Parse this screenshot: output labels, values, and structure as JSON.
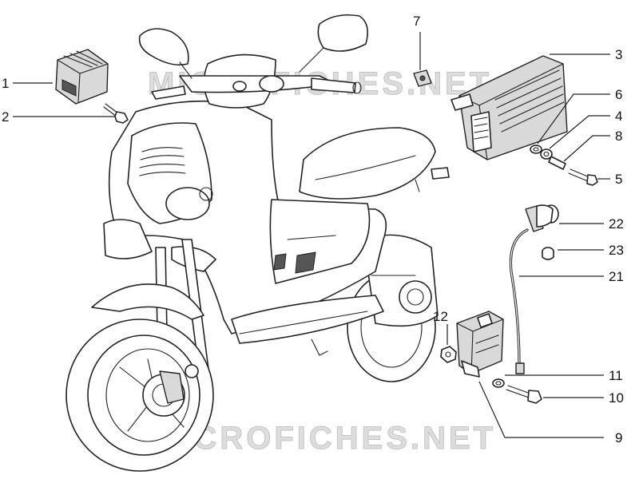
{
  "watermark": {
    "text_top": "MICROFICHES.NET",
    "text_bottom": "MICROFICHES.NET"
  },
  "callouts": [
    {
      "id": "1",
      "label": "1"
    },
    {
      "id": "2",
      "label": "2"
    },
    {
      "id": "3",
      "label": "3"
    },
    {
      "id": "4",
      "label": "4"
    },
    {
      "id": "5",
      "label": "5"
    },
    {
      "id": "6",
      "label": "6"
    },
    {
      "id": "7",
      "label": "7"
    },
    {
      "id": "8",
      "label": "8"
    },
    {
      "id": "9",
      "label": "9"
    },
    {
      "id": "10",
      "label": "10"
    },
    {
      "id": "11",
      "label": "11"
    },
    {
      "id": "12",
      "label": "12"
    },
    {
      "id": "21",
      "label": "21"
    },
    {
      "id": "22",
      "label": "22"
    },
    {
      "id": "23",
      "label": "23"
    }
  ]
}
